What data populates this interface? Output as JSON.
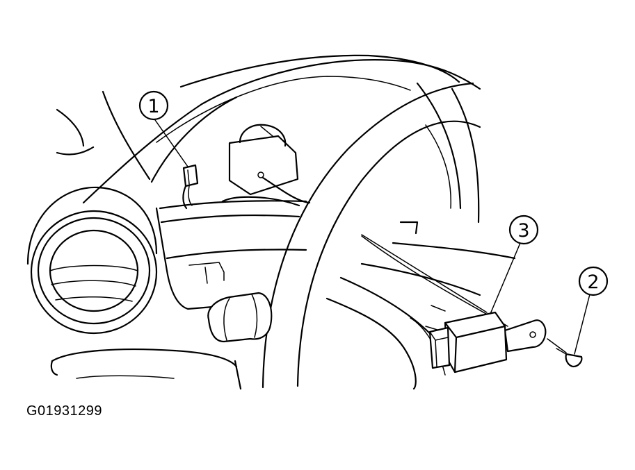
{
  "diagram": {
    "figure_id": "G01931299",
    "callouts": [
      {
        "number": "1"
      },
      {
        "number": "2"
      },
      {
        "number": "3"
      }
    ]
  }
}
